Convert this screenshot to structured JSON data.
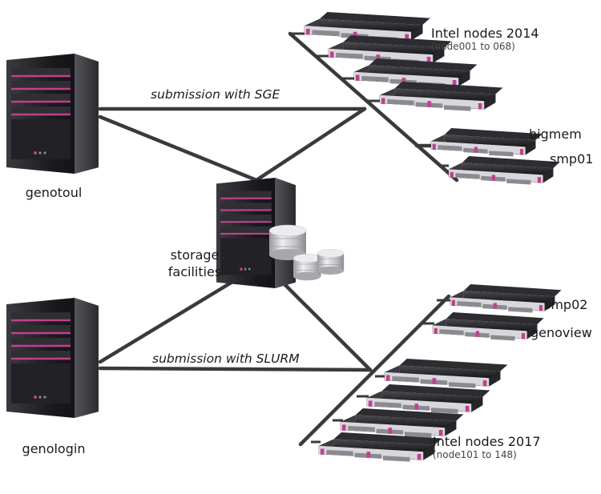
{
  "labels": {
    "genotoul": "genotoul",
    "genologin": "genologin",
    "storage_line1": "storage",
    "storage_line2": "facilities",
    "sge": "submission with SGE",
    "slurm": "submission with SLURM",
    "intel2014_title": "Intel nodes 2014",
    "intel2014_range": "(node001 to 068)",
    "bigmem": "bigmem",
    "smp01": "smp01",
    "smp02": "smp02",
    "genoview": "genoview",
    "intel2017_title": "Intel nodes 2017",
    "intel2017_range": "(node101 to 148)"
  },
  "colors": {
    "server_body": "#1e1e22",
    "accent_pink": "#c0408f",
    "line": "#3a3a3a",
    "disk_silver": "#cfcfd2"
  }
}
